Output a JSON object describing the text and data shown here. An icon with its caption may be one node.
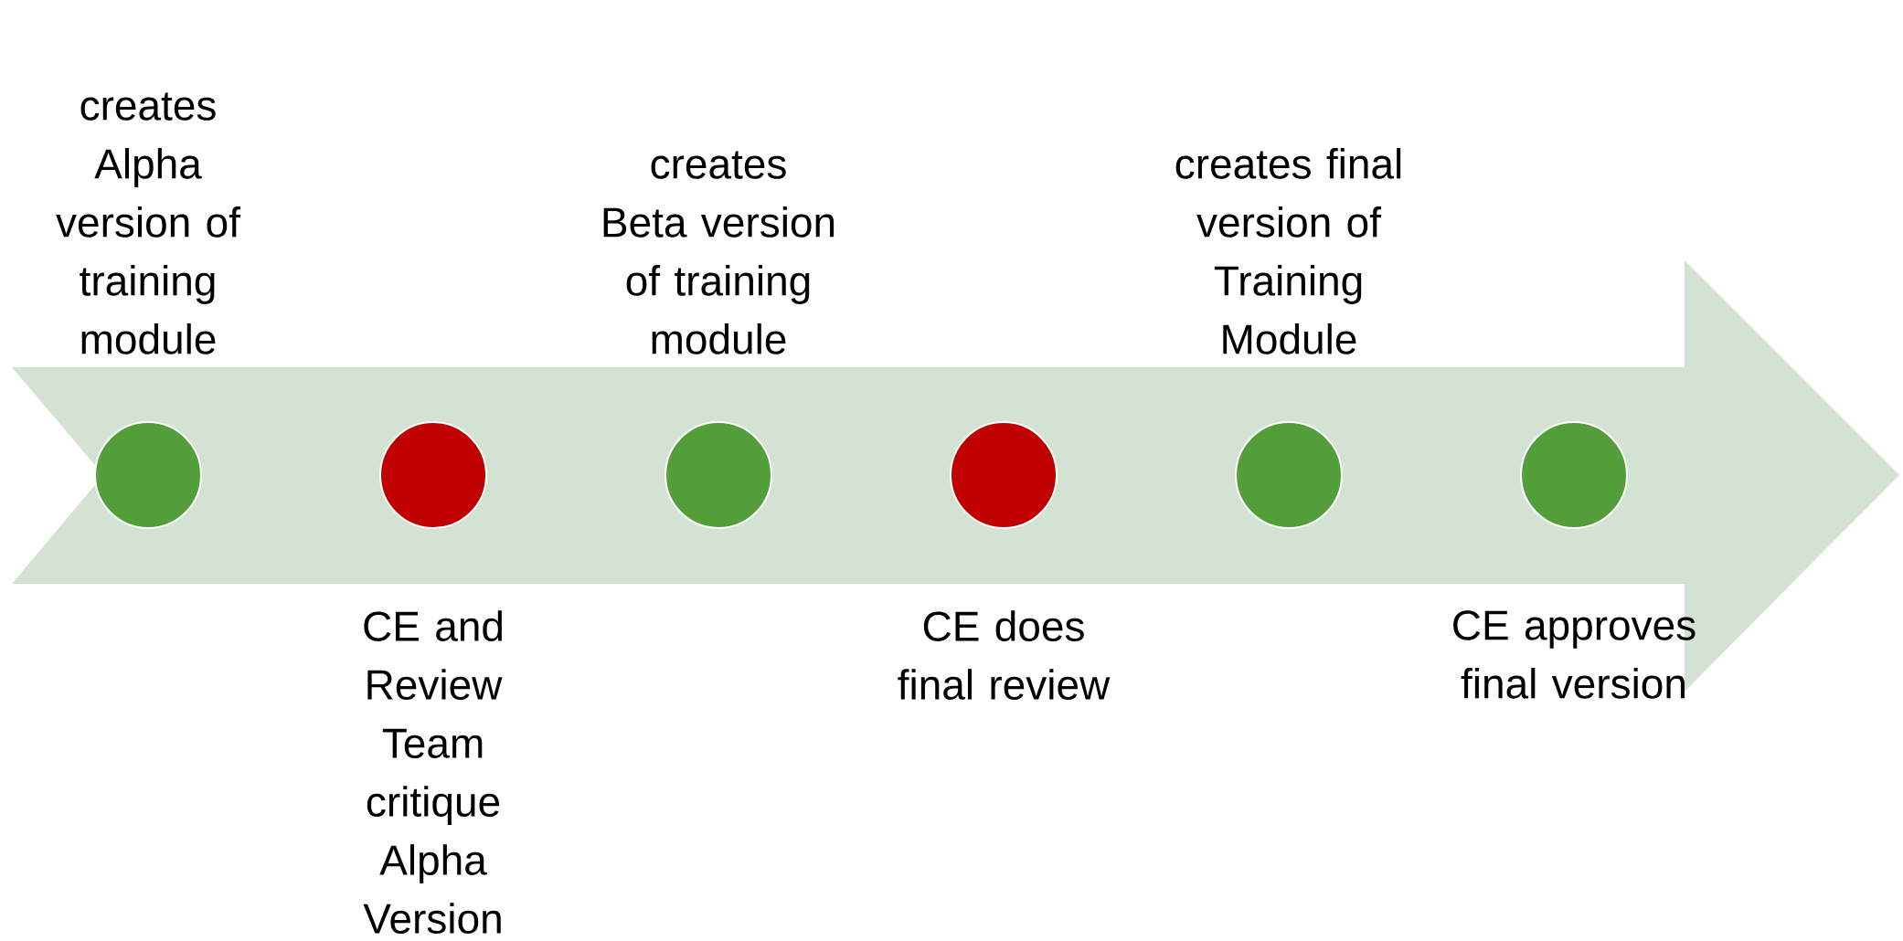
{
  "diagram": {
    "nodes": [
      {
        "text": [
          "creates Alpha version of training module"
        ]
      },
      {
        "text": [
          "CE and Review Team critique Alpha Version"
        ]
      },
      {
        "text": [
          "creates Beta version of training module"
        ]
      },
      {
        "text": [
          "CE does final review"
        ]
      },
      {
        "text": [
          "creates final version of Training Module"
        ]
      },
      {
        "text": [
          "CE approves final version"
        ]
      }
    ]
  }
}
